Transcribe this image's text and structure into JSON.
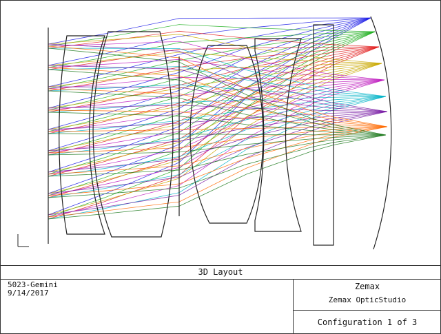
{
  "layout_title": "3D Layout",
  "lens_name": "5023-Gemini",
  "date": "9/14/2017",
  "brand": "Zemax",
  "product": "Zemax OpticStudio",
  "configuration": "Configuration 1 of 3",
  "colors": {
    "rays": [
      "#1e1ee6",
      "#22b022",
      "#e21e1e",
      "#c9a800",
      "#c01ec0",
      "#00b4c8",
      "#7a1ea6",
      "#ff6a00",
      "#1e7a1e",
      "#e6147a"
    ],
    "lens_outline": "#222222",
    "frame": "#333333"
  },
  "icons": {
    "axis_triad": "axis-triad-icon"
  }
}
